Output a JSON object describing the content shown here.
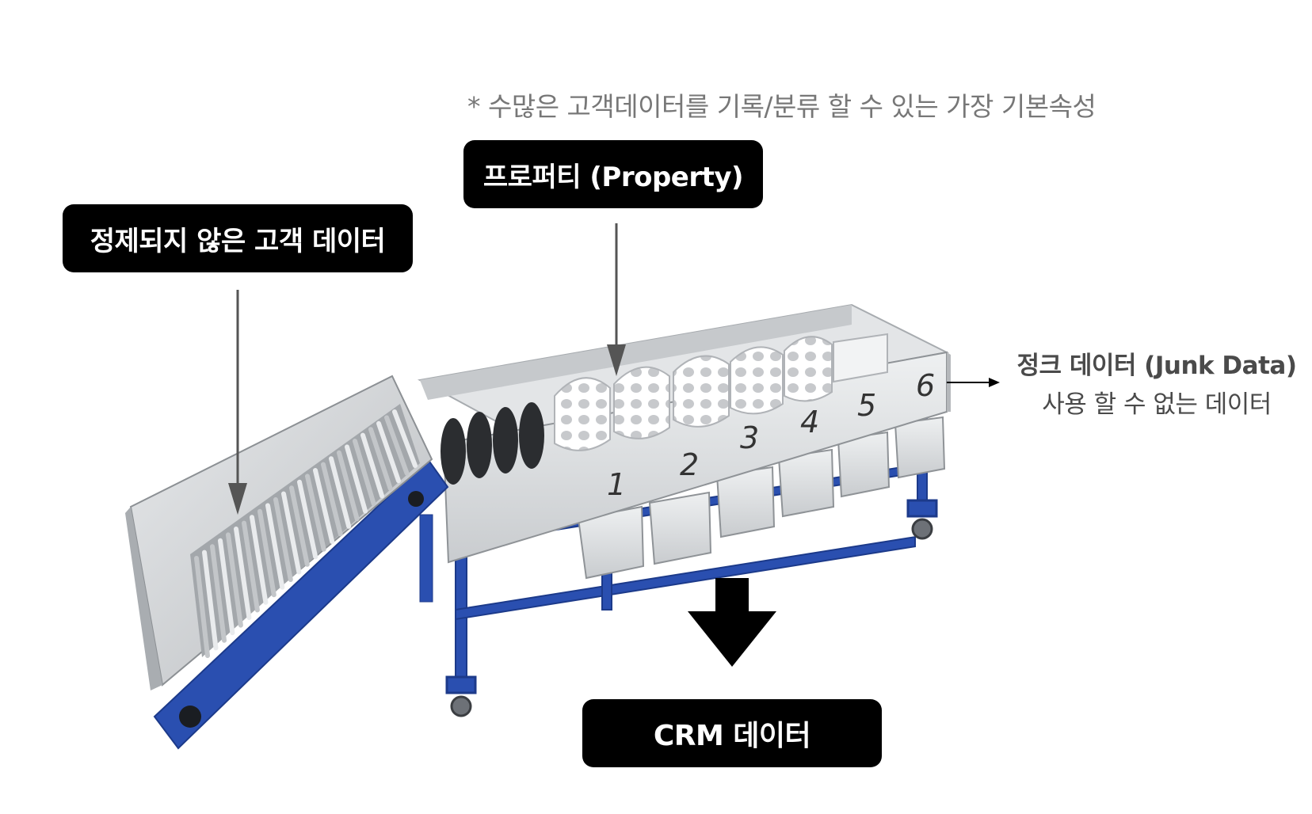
{
  "note": "* 수많은 고객데이터를 기록/분류 할 수 있는 가장 기본속성",
  "labels": {
    "unrefined": "정제되지 않은 고객 데이터",
    "property": "프로퍼티 (Property)",
    "crm": "CRM 데이터"
  },
  "junk": {
    "title": "정크 데이터 (Junk Data)",
    "subtitle": "사용 할 수 없는 데이터"
  },
  "slots": [
    "1",
    "2",
    "3",
    "4",
    "5",
    "6"
  ],
  "colors": {
    "frame_blue": "#2a4fb0",
    "steel": "#d9dbdd",
    "label_bg": "#000000",
    "label_text": "#ffffff"
  }
}
